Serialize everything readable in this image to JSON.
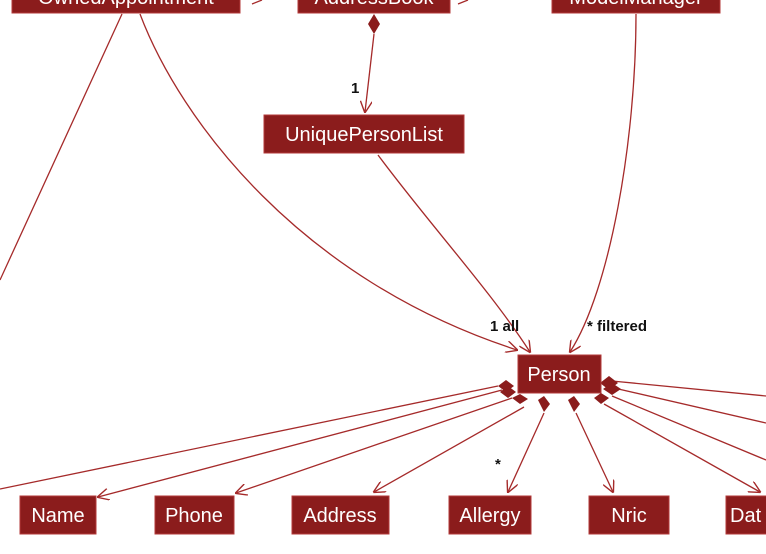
{
  "nodes": {
    "owned_appointment": "OwnedAppointment",
    "address_book": "AddressBook",
    "model_manager": "ModelManager",
    "unique_person_list": "UniquePersonList",
    "person": "Person",
    "name": "Name",
    "phone": "Phone",
    "address": "Address",
    "allergy": "Allergy",
    "nric": "Nric",
    "dat": "Dat"
  },
  "multiplicities": {
    "addressbook_to_list": "1",
    "list_to_person": "1 all",
    "manager_to_person": "* filtered",
    "person_to_allergy": "*"
  },
  "colors": {
    "node_fill": "#8b1c1c",
    "edge": "#a52a2a",
    "label_text": "#ffffff"
  }
}
